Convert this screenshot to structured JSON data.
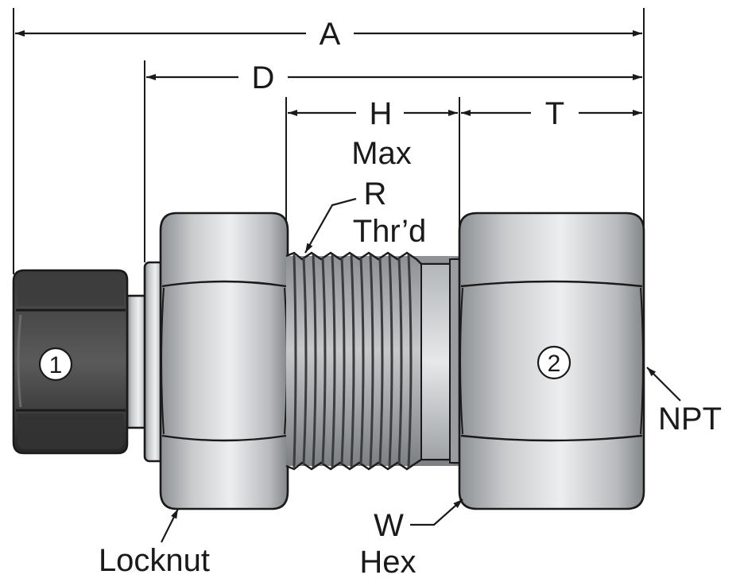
{
  "dimensions": {
    "a": "A",
    "d": "D",
    "h": "H",
    "h_note": "Max",
    "t": "T"
  },
  "callouts": {
    "r": "R",
    "r_note": "Thr’d",
    "npt": "NPT",
    "w": "W",
    "w_note": "Hex",
    "locknut": "Locknut"
  },
  "item_numbers": [
    "1",
    "2"
  ],
  "colors": {
    "line": "#1a1a1a",
    "steel_light": "#dcdee0",
    "steel_mid": "#a9acaf",
    "steel_dark": "#6f7275",
    "nut_dark": "#2b2b2b"
  }
}
